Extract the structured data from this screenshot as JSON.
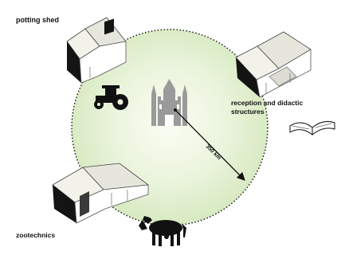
{
  "labels": {
    "potting_shed": "potting shed",
    "reception_line1": "reception and didactic",
    "reception_line2": "structures",
    "zootechnics": "zootechnics",
    "radius": "350 km"
  },
  "colors": {
    "circle_fill_center": "#fbfdf4",
    "circle_fill_edge": "#d4e8bd",
    "circle_stroke": "#111111",
    "castle": "#9a9a9a",
    "roof": "#f2f2ea",
    "wall_dark": "#141414",
    "wall_light": "#ffffff"
  },
  "icons": {
    "castle": "castle-icon",
    "tractor": "tractor-icon",
    "cow": "cow-icon",
    "book": "open-book-icon"
  }
}
